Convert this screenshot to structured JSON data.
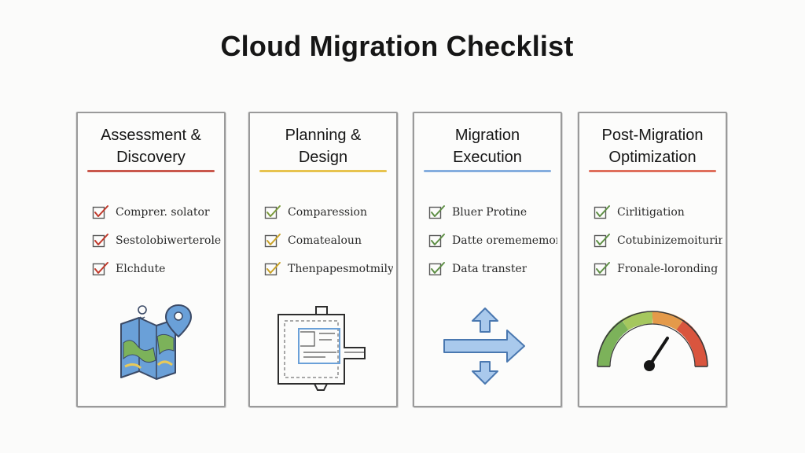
{
  "title": "Cloud Migration Checklist",
  "colors": {
    "assessment": "#c0392b",
    "planning": "#e3b92f",
    "execution": "#6f9fd8",
    "optimization": "#d9553e",
    "check_green": "#5e8f45"
  },
  "columns": [
    {
      "title_line1": "Assessment &",
      "title_line2": "Discovery",
      "accent": "#c0392b",
      "icon": "map-pin-icon",
      "items": [
        "Comprer. solator",
        "Sestolobiwerterole",
        "Elchdute"
      ]
    },
    {
      "title_line1": "Planning &",
      "title_line2": "Design",
      "accent": "#e3b92f",
      "icon": "blueprint-icon",
      "items": [
        "Comparession",
        "Comatealoun",
        "Thenpapesmotmily"
      ]
    },
    {
      "title_line1": "Migration",
      "title_line2": "Execution",
      "accent": "#6f9fd8",
      "icon": "transfer-arrows-icon",
      "items": [
        "Bluer Protine",
        "Datte oremememone",
        "Data transter"
      ]
    },
    {
      "title_line1": "Post-Migration",
      "title_line2": "Optimization",
      "accent": "#d9553e",
      "icon": "gauge-icon",
      "items": [
        "Cirlitigation",
        "Cotubinizemoituring",
        "Fronale-loronding"
      ]
    }
  ]
}
